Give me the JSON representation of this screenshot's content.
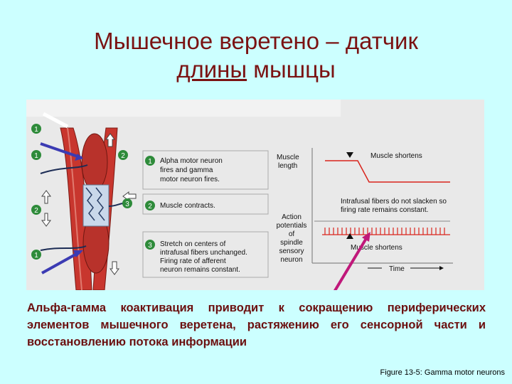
{
  "slide": {
    "title_line1": "Мышечное веретено – датчик",
    "title_underlined": "длины",
    "title_line2_rest": " мышцы",
    "caption": "Альфа-гамма коактивация приводит к сокращению периферических элементов мышечного веретена, растяжению его сенсорной части и восстановлению потока информации",
    "credit": "Figure 13-5: Gamma motor neurons"
  },
  "figure": {
    "steps": [
      {
        "num": "1",
        "line1": "Alpha motor neuron",
        "line2": "fires and gamma",
        "line3": "motor neuron fires."
      },
      {
        "num": "2",
        "line1": "Muscle contracts."
      },
      {
        "num": "3",
        "line1": "Stretch on centers of",
        "line2": "intrafusal fibers unchanged.",
        "line3": "Firing rate of afferent",
        "line4": "neuron remains constant."
      }
    ],
    "graph": {
      "label_length_1": "Muscle",
      "label_length_2": "length",
      "label_ap_1": "Action",
      "label_ap_2": "potentials",
      "label_ap_3": "of",
      "label_ap_4": "spindle",
      "label_ap_5": "sensory",
      "label_ap_6": "neuron",
      "muscle_shortens_top": "Muscle shortens",
      "note_1": "Intrafusal fibers do not slacken so",
      "note_2": "firing rate remains constant.",
      "muscle_shortens_bottom": "Muscle shortens",
      "time_label": "Time"
    },
    "marker_labels": {
      "m1a": "1",
      "m1b": "1",
      "m1c": "1",
      "m2a": "2",
      "m2b": "2",
      "m3": "3"
    },
    "colors": {
      "muscle": "#c8362e",
      "trace": "#d9241c",
      "marker": "#2e8b3a",
      "arrow_blue": "#3b3bb3",
      "arrow_magenta": "#c0187a"
    }
  }
}
